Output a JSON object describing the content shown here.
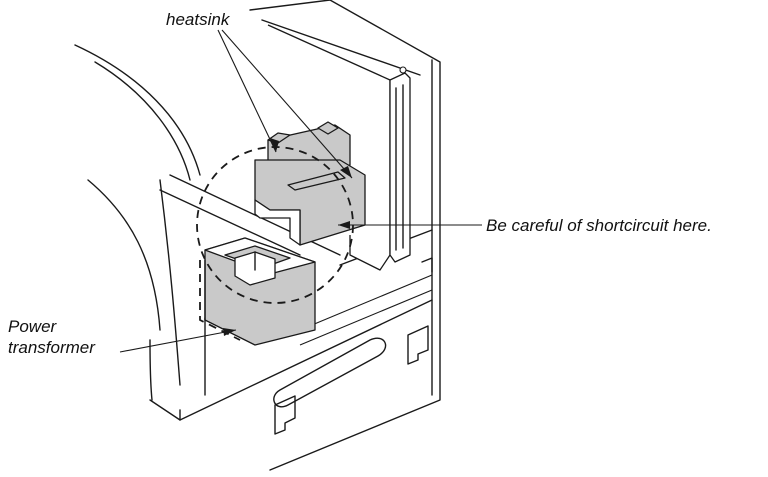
{
  "labels": {
    "heatsink": "heatsink",
    "caution": "Be careful of shortcircuit here.",
    "transformer_line1": "Power",
    "transformer_line2": "transformer"
  },
  "colors": {
    "part_fill": "#c9c9c9",
    "line": "#1a1a1a",
    "background": "#ffffff"
  }
}
